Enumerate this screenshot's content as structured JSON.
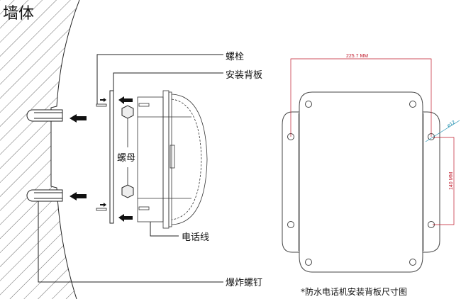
{
  "title": "墙体",
  "labels": {
    "bolt": "螺栓",
    "backplate": "安装背板",
    "nut": "螺母",
    "phone_cord": "电话线",
    "expansion_screw": "爆炸螺钉"
  },
  "dimensions": {
    "width": "225.7 MM",
    "height": "140 MM",
    "hole_diameter": "ø12"
  },
  "caption": "*防水电话机安装背板尺寸图",
  "colors": {
    "dimension": "#c0182a",
    "diameter": "#1f8fb0",
    "line": "#222222"
  }
}
